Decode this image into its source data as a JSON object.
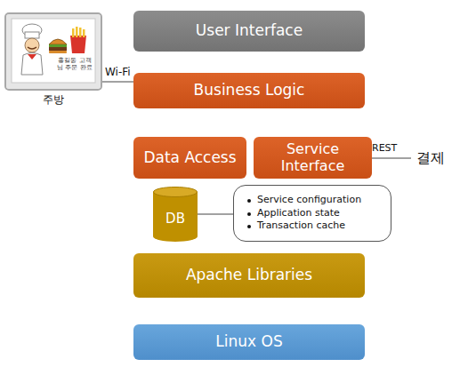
{
  "diagram": {
    "nodes": [
      {
        "text": [
          "User Interface"
        ]
      },
      {
        "text": [
          "홍길동 고객님 주문 완료",
          "주방"
        ]
      },
      {
        "text": [
          "Business Logic"
        ]
      },
      {
        "text": [
          "Data Access"
        ]
      },
      {
        "text": [
          "Service Interface"
        ]
      },
      {
        "text": [
          "DB"
        ]
      },
      {
        "text": [
          "Service configuration",
          "Application state",
          "Transaction cache"
        ]
      },
      {
        "text": [
          "Apache Libraries"
        ]
      },
      {
        "text": [
          "Linux OS"
        ]
      }
    ],
    "edges": [
      {
        "from": 1,
        "to": 2,
        "label": "Wi-Fi",
        "arrow": "none"
      },
      {
        "from": 6,
        "to": 5,
        "arrow": "none"
      }
    ],
    "labels": [
      "REST",
      "결제"
    ]
  }
}
